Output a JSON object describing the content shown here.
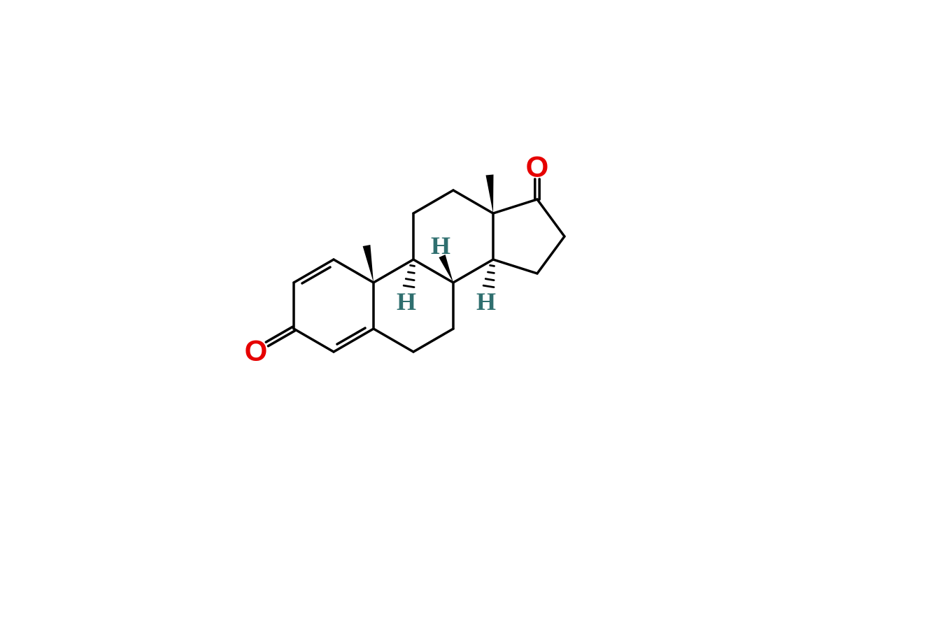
{
  "canvas": {
    "background": "#ffffff"
  },
  "molecule": {
    "bond_color": "#000000",
    "atom_labels": {
      "ketone_o_left": {
        "text": "O",
        "color": "#e60000"
      },
      "ketone_o_right": {
        "text": "O",
        "color": "#e60000"
      },
      "stereo_h_c8": {
        "text": "H",
        "color": "#2f6f6f"
      },
      "stereo_h_c9": {
        "text": "H",
        "color": "#2f6f6f"
      },
      "stereo_h_c14": {
        "text": "H",
        "color": "#2f6f6f"
      }
    }
  }
}
